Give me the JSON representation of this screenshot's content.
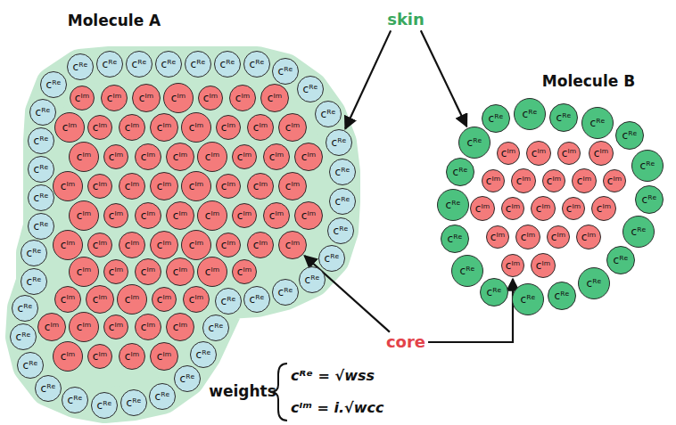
{
  "diagram": {
    "nodes": [
      {
        "text": [
          "cᴿᵉ"
        ]
      },
      {
        "text": [
          "cᴿᵉ"
        ]
      },
      {
        "text": [
          "cᴿᵉ"
        ]
      },
      {
        "text": [
          "cᴿᵉ"
        ]
      },
      {
        "text": [
          "cᴿᵉ"
        ]
      },
      {
        "text": [
          "cᴿᵉ"
        ]
      },
      {
        "text": [
          "cᴿᵉ"
        ]
      },
      {
        "text": [
          "cᴿᵉ"
        ]
      },
      {
        "text": [
          "cᴿᵉ"
        ]
      },
      {
        "text": [
          "cᴿᵉ"
        ]
      },
      {
        "text": [
          "cᴿᵉ"
        ]
      },
      {
        "text": [
          "cᴿᵉ"
        ]
      },
      {
        "text": [
          "cᴿᵉ"
        ]
      },
      {
        "text": [
          "cᴿᵉ"
        ]
      },
      {
        "text": [
          "cᴿᵉ"
        ]
      },
      {
        "text": [
          "cᴿᵉ"
        ]
      },
      {
        "text": [
          "cᴿᵉ"
        ]
      },
      {
        "text": [
          "cᴿᵉ"
        ]
      },
      {
        "text": [
          "cᴿᵉ"
        ]
      },
      {
        "text": [
          "cᴿᵉ"
        ]
      },
      {
        "text": [
          "cᴿᵉ"
        ]
      },
      {
        "text": [
          "cᴿᵉ"
        ]
      },
      {
        "text": [
          "cᴿᵉ"
        ]
      },
      {
        "text": [
          "cᴿᵉ"
        ]
      },
      {
        "text": [
          "cᴿᵉ"
        ]
      },
      {
        "text": [
          "cᴿᵉ"
        ]
      },
      {
        "text": [
          "cᴿᵉ"
        ]
      },
      {
        "text": [
          "cᴿᵉ"
        ]
      },
      {
        "text": [
          "cᴿᵉ"
        ]
      },
      {
        "text": [
          "cᴿᵉ"
        ]
      },
      {
        "text": [
          "cᴿᵉ"
        ]
      },
      {
        "text": [
          "cᴿᵉ"
        ]
      },
      {
        "text": [
          "cᴿᵉ"
        ]
      },
      {
        "text": [
          "cᴿᵉ"
        ]
      },
      {
        "text": [
          "cᴿᵉ"
        ]
      },
      {
        "text": [
          "cᴿᵉ"
        ]
      },
      {
        "text": [
          "cᴿᵉ"
        ]
      },
      {
        "text": [
          "cᴿᵉ"
        ]
      },
      {
        "text": [
          "cᴵᵐ"
        ]
      },
      {
        "text": [
          "cᴵᵐ"
        ]
      },
      {
        "text": [
          "cᴵᵐ"
        ]
      },
      {
        "text": [
          "cᴵᵐ"
        ]
      },
      {
        "text": [
          "cᴵᵐ"
        ]
      },
      {
        "text": [
          "cᴵᵐ"
        ]
      },
      {
        "text": [
          "cᴵᵐ"
        ]
      },
      {
        "text": [
          "cᴵᵐ"
        ]
      },
      {
        "text": [
          "cᴵᵐ"
        ]
      },
      {
        "text": [
          "cᴵᵐ"
        ]
      },
      {
        "text": [
          "cᴵᵐ"
        ]
      },
      {
        "text": [
          "cᴵᵐ"
        ]
      },
      {
        "text": [
          "cᴵᵐ"
        ]
      },
      {
        "text": [
          "cᴵᵐ"
        ]
      },
      {
        "text": [
          "cᴵᵐ"
        ]
      },
      {
        "text": [
          "cᴵᵐ"
        ]
      },
      {
        "text": [
          "cᴵᵐ"
        ]
      },
      {
        "text": [
          "cᴵᵐ"
        ]
      },
      {
        "text": [
          "cᴵᵐ"
        ]
      },
      {
        "text": [
          "cᴵᵐ"
        ]
      },
      {
        "text": [
          "cᴵᵐ"
        ]
      },
      {
        "text": [
          "cᴵᵐ"
        ]
      },
      {
        "text": [
          "cᴵᵐ"
        ]
      },
      {
        "text": [
          "cᴵᵐ"
        ]
      },
      {
        "text": [
          "cᴵᵐ"
        ]
      },
      {
        "text": [
          "cᴵᵐ"
        ]
      },
      {
        "text": [
          "cᴵᵐ"
        ]
      },
      {
        "text": [
          "cᴵᵐ"
        ]
      },
      {
        "text": [
          "cᴵᵐ"
        ]
      },
      {
        "text": [
          "cᴵᵐ"
        ]
      },
      {
        "text": [
          "cᴵᵐ"
        ]
      },
      {
        "text": [
          "cᴵᵐ"
        ]
      },
      {
        "text": [
          "cᴵᵐ"
        ]
      },
      {
        "text": [
          "cᴵᵐ"
        ]
      },
      {
        "text": [
          "cᴵᵐ"
        ]
      },
      {
        "text": [
          "cᴵᵐ"
        ]
      },
      {
        "text": [
          "cᴵᵐ"
        ]
      },
      {
        "text": [
          "cᴵᵐ"
        ]
      },
      {
        "text": [
          "cᴵᵐ"
        ]
      },
      {
        "text": [
          "cᴵᵐ"
        ]
      },
      {
        "text": [
          "cᴵᵐ"
        ]
      },
      {
        "text": [
          "cᴵᵐ"
        ]
      },
      {
        "text": [
          "cᴵᵐ"
        ]
      },
      {
        "text": [
          "cᴵᵐ"
        ]
      },
      {
        "text": [
          "cᴵᵐ"
        ]
      },
      {
        "text": [
          "cᴵᵐ"
        ]
      },
      {
        "text": [
          "cᴵᵐ"
        ]
      },
      {
        "text": [
          "cᴵᵐ"
        ]
      },
      {
        "text": [
          "cᴵᵐ"
        ]
      },
      {
        "text": [
          "cᴵᵐ"
        ]
      },
      {
        "text": [
          "cᴵᵐ"
        ]
      },
      {
        "text": [
          "cᴵᵐ"
        ]
      },
      {
        "text": [
          "cᴵᵐ"
        ]
      },
      {
        "text": [
          "cᴵᵐ"
        ]
      },
      {
        "text": [
          "cᴵᵐ"
        ]
      },
      {
        "text": [
          "cᴵᵐ"
        ]
      },
      {
        "text": [
          "cᴵᵐ"
        ]
      },
      {
        "text": [
          "cᴵᵐ"
        ]
      },
      {
        "text": [
          "cᴵᵐ"
        ]
      },
      {
        "text": [
          "cᴵᵐ"
        ]
      },
      {
        "text": [
          "cᴵᵐ"
        ]
      },
      {
        "text": [
          "cᴵᵐ"
        ]
      },
      {
        "text": [
          "cᴵᵐ"
        ]
      },
      {
        "text": [
          "cᴵᵐ"
        ]
      },
      {
        "text": [
          "cᴵᵐ"
        ]
      },
      {
        "text": [
          "cᴵᵐ"
        ]
      },
      {
        "text": [
          "cᴵᵐ"
        ]
      },
      {
        "text": [
          "cᴿᵉ"
        ]
      },
      {
        "text": [
          "cᴿᵉ"
        ]
      },
      {
        "text": [
          "cᴿᵉ"
        ]
      },
      {
        "text": [
          "cᴿᵉ"
        ]
      },
      {
        "text": [
          "cᴿᵉ"
        ]
      },
      {
        "text": [
          "cᴿᵉ"
        ]
      },
      {
        "text": [
          "cᴿᵉ"
        ]
      },
      {
        "text": [
          "cᴿᵉ"
        ]
      },
      {
        "text": [
          "cᴿᵉ"
        ]
      },
      {
        "text": [
          "cᴿᵉ"
        ]
      },
      {
        "text": [
          "cᴿᵉ"
        ]
      },
      {
        "text": [
          "cᴿᵉ"
        ]
      },
      {
        "text": [
          "cᴿᵉ"
        ]
      },
      {
        "text": [
          "cᴿᵉ"
        ]
      },
      {
        "text": [
          "cᴿᵉ"
        ]
      },
      {
        "text": [
          "cᴿᵉ"
        ]
      },
      {
        "text": [
          "cᴿᵉ"
        ]
      },
      {
        "text": [
          "cᴿᵉ"
        ]
      },
      {
        "text": [
          "cᴵᵐ"
        ]
      },
      {
        "text": [
          "cᴵᵐ"
        ]
      },
      {
        "text": [
          "cᴵᵐ"
        ]
      },
      {
        "text": [
          "cᴵᵐ"
        ]
      },
      {
        "text": [
          "cᴵᵐ"
        ]
      },
      {
        "text": [
          "cᴵᵐ"
        ]
      },
      {
        "text": [
          "cᴵᵐ"
        ]
      },
      {
        "text": [
          "cᴵᵐ"
        ]
      },
      {
        "text": [
          "cᴵᵐ"
        ]
      },
      {
        "text": [
          "cᴵᵐ"
        ]
      },
      {
        "text": [
          "cᴵᵐ"
        ]
      },
      {
        "text": [
          "cᴵᵐ"
        ]
      },
      {
        "text": [
          "cᴵᵐ"
        ]
      },
      {
        "text": [
          "cᴵᵐ"
        ]
      },
      {
        "text": [
          "cᴵᵐ"
        ]
      },
      {
        "text": [
          "cᴵᵐ"
        ]
      },
      {
        "text": [
          "cᴵᵐ"
        ]
      },
      {
        "text": [
          "cᴵᵐ"
        ]
      },
      {
        "text": [
          "cᴵᵐ"
        ]
      },
      {
        "text": [
          "cᴵᵐ"
        ]
      }
    ],
    "labels": [
      "Molecule A",
      "Molecule B",
      "skin",
      "core",
      "weights",
      "cᴿᵉ = √wss",
      "cᴵᵐ = i.√wcc"
    ]
  }
}
